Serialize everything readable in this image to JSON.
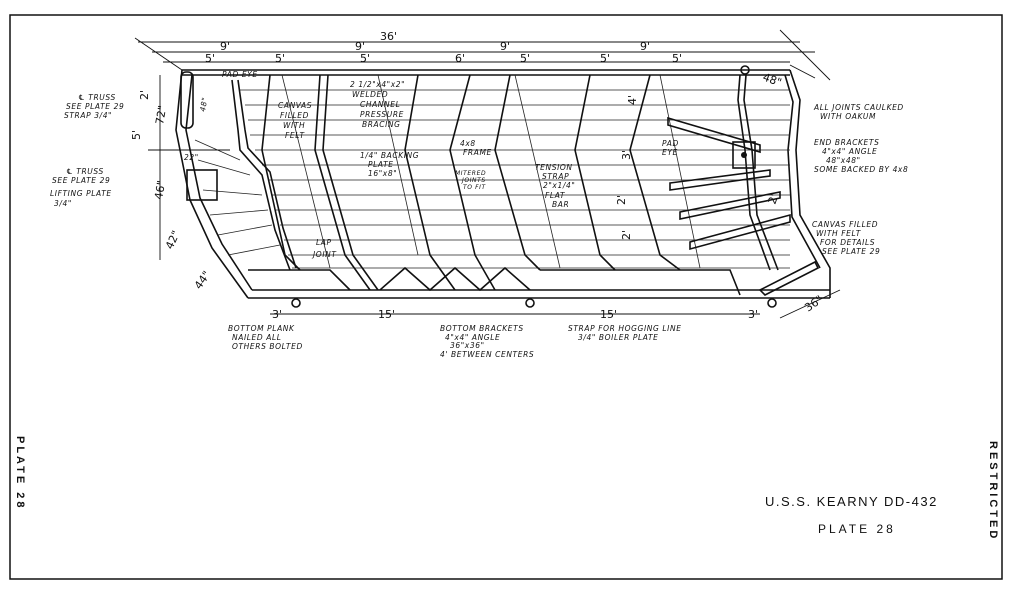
{
  "title_block": {
    "ship": "U.S.S. KEARNY  DD-432",
    "plate": "PLATE 28"
  },
  "side_labels": {
    "left": "PLATE 28",
    "right": "RESTRICTED"
  },
  "dimensions": {
    "top_overall": "36'",
    "top_row1": [
      "9'",
      "9'",
      "9'",
      "9'"
    ],
    "top_row2": [
      "5'",
      "5'",
      "5'",
      "6'",
      "5'",
      "5'",
      "5'"
    ],
    "bottom": [
      "3'",
      "15'",
      "15'",
      "3'",
      "36\""
    ],
    "left": [
      "2'",
      "5'",
      "72\"",
      "46\"",
      "42\"",
      "44\"",
      "22\"",
      "48\""
    ],
    "right": [
      "48\"",
      "4'",
      "3'",
      "2'",
      "2'",
      "2'"
    ]
  },
  "annotations": {
    "truss1": [
      "℄ TRUSS",
      "SEE PLATE 29",
      "STRAP 3/4\""
    ],
    "truss2": [
      "℄ TRUSS",
      "SEE PLATE 29",
      "LIFTING PLATE",
      "3/4\""
    ],
    "pad_eye_left": "PAD EYE",
    "canvas_left": [
      "CANVAS",
      "FILLED",
      "WITH",
      "FELT"
    ],
    "channel": [
      "2 1/2\"x4\"x2\"",
      "WELDED",
      "CHANNEL",
      "PRESSURE",
      "BRACING"
    ],
    "backing": [
      "1/4\" BACKING",
      "PLATE",
      "16\"x8\""
    ],
    "frame": [
      "4x8",
      "FRAME"
    ],
    "mitered": [
      "MITERED",
      "JOINTS",
      "TO FIT"
    ],
    "tension": [
      "TENSION",
      "STRAP",
      "2\"x1/4\"",
      "FLAT",
      "BAR"
    ],
    "lap": [
      "LAP",
      "JOINT"
    ],
    "pad_eye_right": [
      "PAD",
      "EYE"
    ],
    "caulked": [
      "ALL JOINTS CAULKED",
      "WITH OAKUM"
    ],
    "end_brackets": [
      "END BRACKETS",
      "4\"x4\" ANGLE",
      "48\"x48\"",
      "SOME BACKED BY 4x8"
    ],
    "canvas_right": [
      "CANVAS FILLED",
      "WITH FELT",
      "FOR DETAILS",
      "SEE PLATE 29"
    ],
    "bottom_plank": [
      "BOTTOM PLANK",
      "NAILED ALL",
      "OTHERS BOLTED"
    ],
    "bottom_brackets": [
      "BOTTOM BRACKETS",
      "4\"x4\" ANGLE",
      "36\"x36\"",
      "4' BETWEEN CENTERS"
    ],
    "strap": [
      "STRAP FOR HOGGING LINE",
      "3/4\" BOILER PLATE"
    ]
  }
}
